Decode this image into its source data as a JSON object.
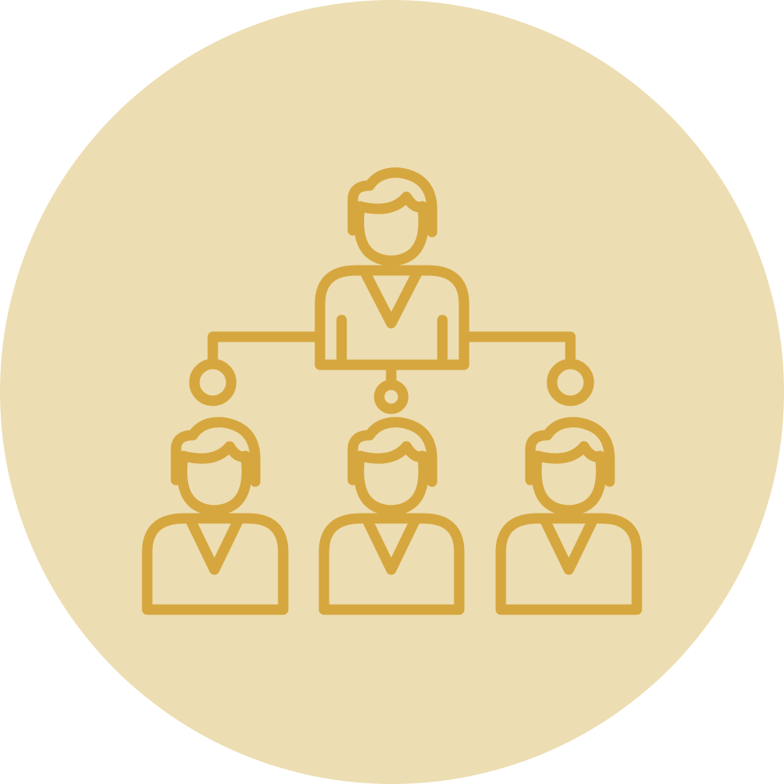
{
  "icon": {
    "name": "organization-hierarchy-icon",
    "background_color": "#EDDDB2",
    "stroke_color": "#D6A73E",
    "people": [
      {
        "role": "leader",
        "name": "top-person"
      },
      {
        "role": "member",
        "name": "bottom-left-person"
      },
      {
        "role": "member",
        "name": "bottom-center-person"
      },
      {
        "role": "member",
        "name": "bottom-right-person"
      }
    ]
  }
}
